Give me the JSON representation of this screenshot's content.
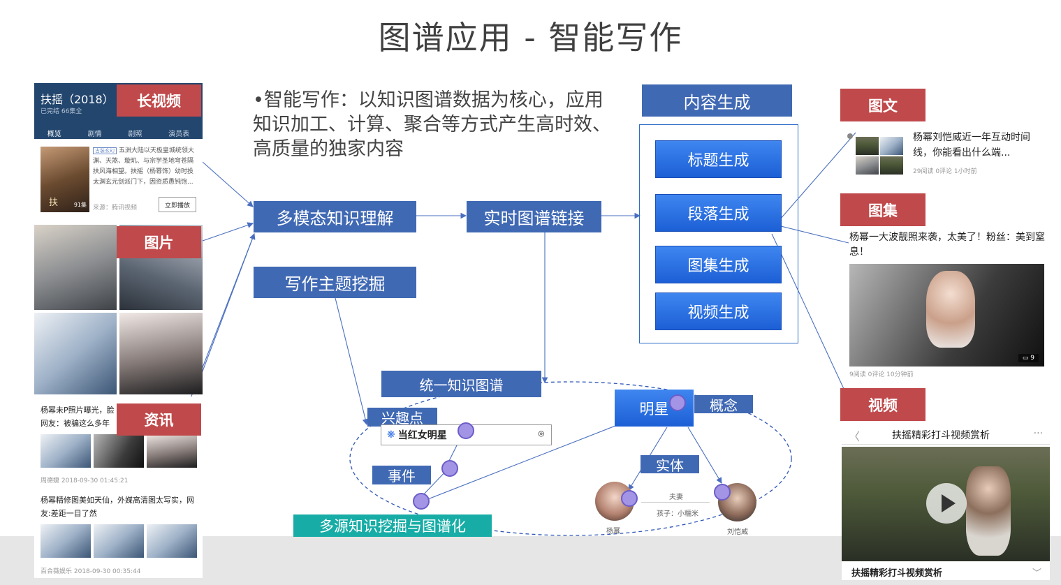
{
  "title": "图谱应用 - 智能写作",
  "bullet": "•智能写作：以知识图谱数据为核心，应用知识加工、计算、聚合等方式产生高时效、高质量的独家内容",
  "left": {
    "long_video": {
      "tag": "长视频",
      "show_title": "扶摇（2018）",
      "show_status": "已完结 66集全",
      "tabs": [
        "概览",
        "剧情",
        "剧照",
        "演员表"
      ],
      "badge": "古装玄幻",
      "desc": "五洲大陆以天极皇城统领大渊、天煞、璇玑、与宗学圣地穹苍隔扶风海相望。扶摇（杨幂饰）幼时投太渊玄元剑派门下，因资质愚钝饱...",
      "cover_text": "扶",
      "episodes": "91集",
      "source": "来源：腾讯视频",
      "play_button": "立即播放"
    },
    "images": {
      "tag": "图片"
    },
    "news": {
      "tag": "资讯",
      "item1_title": "杨幂未P照片曝光，脸\n网友：被骗这么多年",
      "item1_meta": "周德婕   2018-09-30 01:45:21",
      "item2_title": "杨幂精修图美如天仙，外媒高清图太写实，网友:差距一目了然",
      "item2_meta": "百合薇娱乐   2018-09-30 00:35:44"
    }
  },
  "flow": {
    "multimodal": "多模态知识理解",
    "topic_mining": "写作主题挖掘",
    "realtime_link": "实时图谱链接",
    "content_gen": "内容生成",
    "gen_items": [
      "标题生成",
      "段落生成",
      "图集生成",
      "视频生成"
    ]
  },
  "graph": {
    "unified": "统一知识图谱",
    "interest": "兴趣点",
    "event": "事件",
    "star": "明星",
    "concept": "概念",
    "entity": "实体",
    "multi_source": "多源知识挖掘与图谱化",
    "search_text": "当红女明星",
    "relation": "夫妻",
    "child": "孩子：小糯米",
    "person1": "杨幂",
    "person2": "刘恺威"
  },
  "right": {
    "article": {
      "tag": "图文",
      "title": "杨幂刘恺威近一年互动时间线，你能看出什么端...",
      "meta": "29阅读   0评论   1小时前"
    },
    "gallery": {
      "tag": "图集",
      "title": "杨幂一大波靓照来袭，太美了！粉丝：美到窒息！",
      "count": "9",
      "meta": "9阅读   0评论   10分钟前"
    },
    "video": {
      "tag": "视频",
      "top_title": "扶摇精彩打斗视频赏析",
      "more": "···",
      "back": "〈",
      "bottom_title": "扶摇精彩打斗视频赏析",
      "chevron": "﹀"
    }
  },
  "colors": {
    "red_tag": "#c0494b",
    "blue_box": "#4069b4",
    "gradient_box": "#2a6fe3",
    "teal": "#17ada6",
    "node": "#a394e6",
    "line": "#4a6fc0"
  }
}
